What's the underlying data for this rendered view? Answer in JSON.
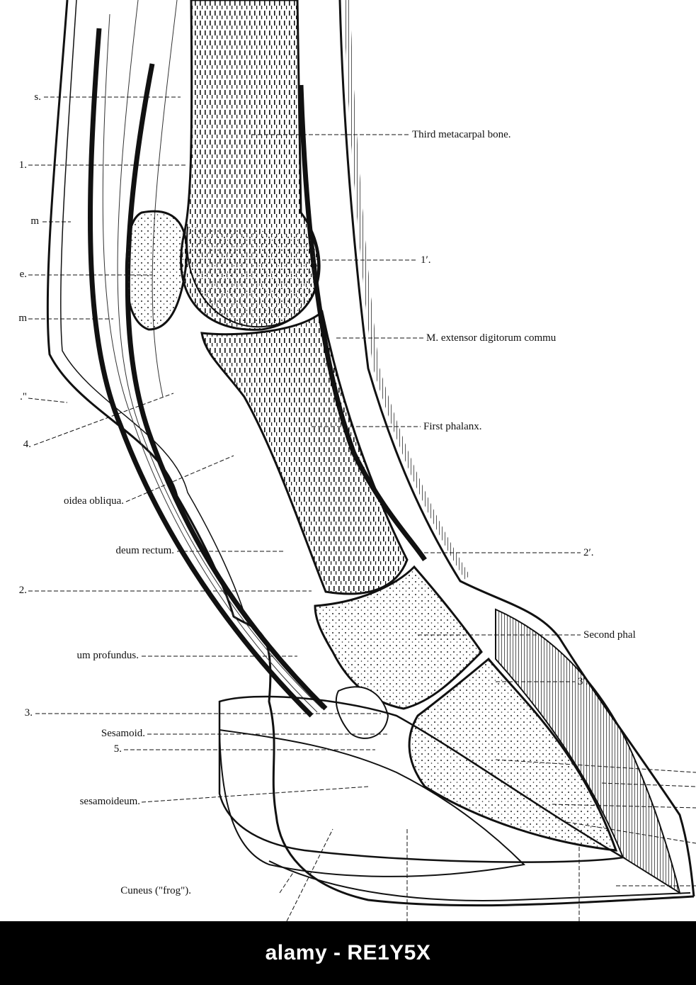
{
  "labels": {
    "s": "s.",
    "one": "1.",
    "m1": "m",
    "e": "e.",
    "m2": "m",
    "quote": ".\"",
    "four": "4.",
    "obliqua": "oidea obliqua.",
    "rectum": "deum rectum.",
    "two": "2.",
    "profundus": "um profundus.",
    "three": "3.",
    "sesamoid": "Sesamoid.",
    "five": "5.",
    "sesamoideum": "sesamoideum.",
    "cuneus": "Cuneus (\"frog\").",
    "third_metacarpal": "Third metacarpal bone.",
    "one_prime": "1′.",
    "extensor": "M. extensor digitorum commu",
    "first_phalanx": "First phalanx.",
    "two_prime": "2′.",
    "second_phalanx": "Second phal",
    "three_prime": "3′."
  },
  "watermark": {
    "text": "alamy - RE1Y5X"
  },
  "colors": {
    "ink": "#111111",
    "paper": "#ffffff",
    "strip": "#000000"
  }
}
